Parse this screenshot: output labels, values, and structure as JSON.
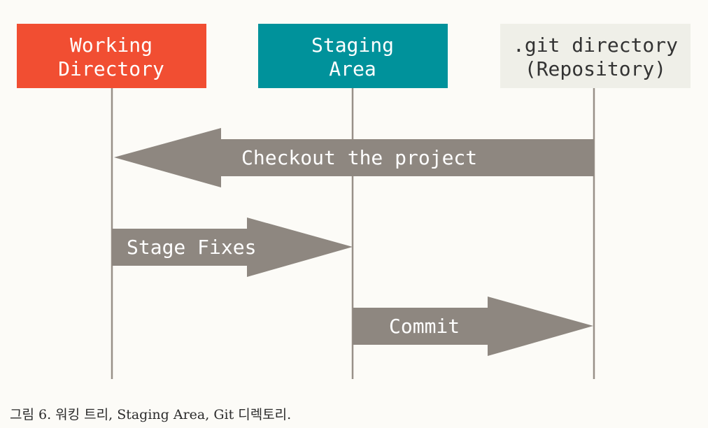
{
  "boxes": {
    "working": {
      "line1": "Working",
      "line2": "Directory",
      "fill": "#f14e32",
      "text_color": "#ffffff"
    },
    "staging": {
      "line1": "Staging",
      "line2": "Area",
      "fill": "#00929b",
      "text_color": "#ffffff"
    },
    "repo": {
      "line1": ".git directory",
      "line2": "(Repository)",
      "fill": "#efefe8",
      "text_color": "#333333"
    }
  },
  "arrows": {
    "checkout": "Checkout the project",
    "stage": "Stage Fixes",
    "commit": "Commit"
  },
  "arrow_color": "#8e8780",
  "lane_color": "#989088",
  "caption": "그림 6. 워킹 트리, Staging Area, Git 디렉토리."
}
